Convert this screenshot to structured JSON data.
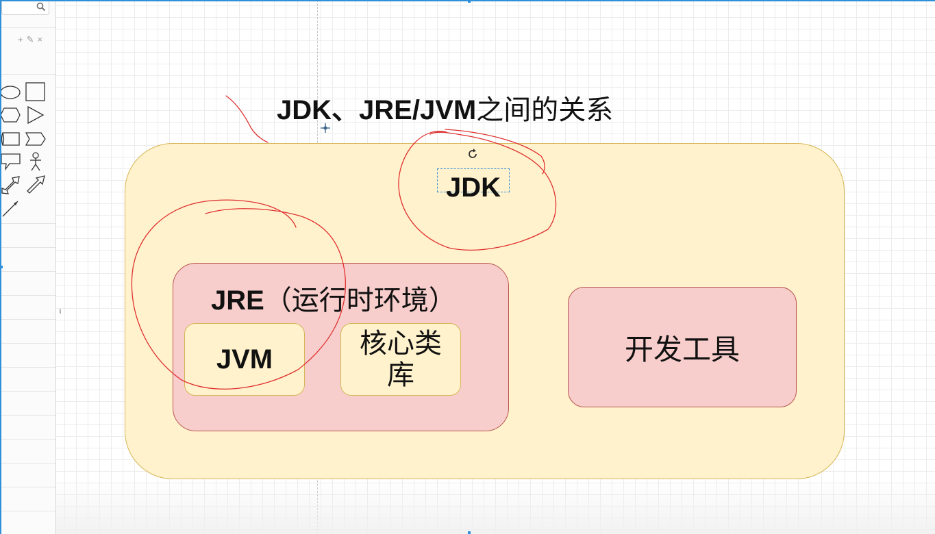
{
  "colors": {
    "jdk_fill": "#fff2cc",
    "jdk_stroke": "#d6b656",
    "jre_fill": "#f8cecc",
    "jre_stroke": "#b85450",
    "selection": "#2f8fd8",
    "pen_annotation": "#e03030"
  },
  "sidebar": {
    "search": {
      "placeholder": "",
      "icon": "search-icon"
    },
    "tools": {
      "add": "+",
      "edit": "✎",
      "close": "×"
    },
    "shapes": [
      "ellipse-icon",
      "rectangle-icon",
      "hexagon-icon",
      "triangle-icon",
      "cylinder-icon",
      "step-icon",
      "callout-icon",
      "actor-icon",
      "double-arrow-icon",
      "arrow-icon",
      "line-icon"
    ]
  },
  "diagram": {
    "title_bold": "JDK、JRE/JVM",
    "title_rest": "之间的关系",
    "jdk_label": "JDK",
    "jre_label_bold": "JRE",
    "jre_label_rest": "（运行时环境）",
    "jvm_label": "JVM",
    "core_lib_label": "核心类库",
    "dev_tools_label": "开发工具"
  }
}
